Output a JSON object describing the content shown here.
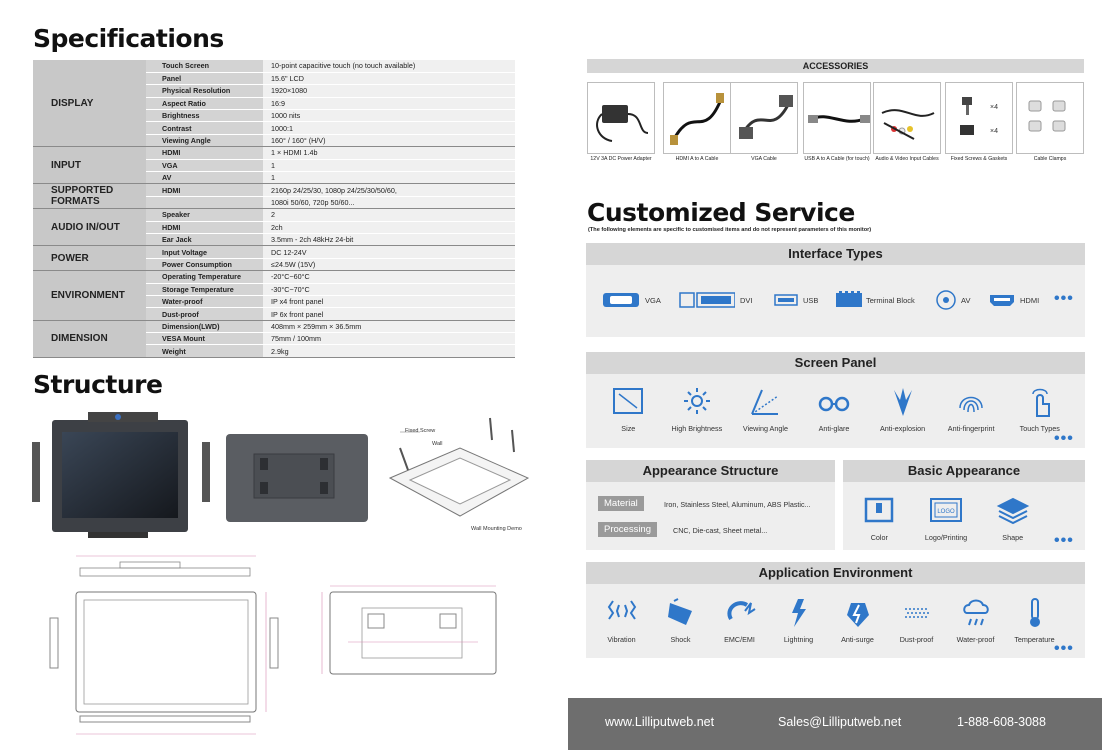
{
  "specifications": {
    "title": "Specifications",
    "rows": [
      {
        "category": "DISPLAY",
        "key": "Touch Screen",
        "value": "10-point capacitive touch (no touch available)"
      },
      {
        "category": "",
        "key": "Panel",
        "value": "15.6\" LCD"
      },
      {
        "category": "",
        "key": "Physical Resolution",
        "value": "1920×1080"
      },
      {
        "category": "",
        "key": "Aspect Ratio",
        "value": "16:9"
      },
      {
        "category": "",
        "key": "Brightness",
        "value": "1000 nits"
      },
      {
        "category": "",
        "key": "Contrast",
        "value": "1000:1"
      },
      {
        "category": "",
        "key": "Viewing Angle",
        "value": "160° / 160° (H/V)"
      },
      {
        "category": "INPUT",
        "key": "HDMI",
        "value": "1 × HDMI 1.4b"
      },
      {
        "category": "",
        "key": "VGA",
        "value": "1"
      },
      {
        "category": "",
        "key": "AV",
        "value": "1"
      },
      {
        "category": "SUPPORTED FORMATS",
        "key": "HDMI",
        "value": "2160p 24/25/30, 1080p 24/25/30/50/60,"
      },
      {
        "category": "",
        "key": "",
        "value": "1080i 50/60, 720p 50/60..."
      },
      {
        "category": "AUDIO IN/OUT",
        "key": "Speaker",
        "value": "2"
      },
      {
        "category": "",
        "key": "HDMI",
        "value": "2ch"
      },
      {
        "category": "",
        "key": "Ear Jack",
        "value": "3.5mm - 2ch 48kHz 24-bit"
      },
      {
        "category": "POWER",
        "key": "Input Voltage",
        "value": "DC 12-24V"
      },
      {
        "category": "",
        "key": "Power Consumption",
        "value": "≤24.5W (15V)"
      },
      {
        "category": "ENVIRONMENT",
        "key": "Operating Temperature",
        "value": "-20°C~60°C"
      },
      {
        "category": "",
        "key": "Storage Temperature",
        "value": "-30°C~70°C"
      },
      {
        "category": "",
        "key": "Water-proof",
        "value": "IP x4 front panel"
      },
      {
        "category": "",
        "key": "Dust-proof",
        "value": "IP 6x front panel"
      },
      {
        "category": "DIMENSION",
        "key": "Dimension(LWD)",
        "value": "408mm × 259mm × 36.5mm"
      },
      {
        "category": "",
        "key": "VESA Mount",
        "value": "75mm / 100mm"
      },
      {
        "category": "",
        "key": "Weight",
        "value": "2.9kg"
      }
    ]
  },
  "structure": {
    "title": "Structure",
    "fixed_screw": "Fixed Screw",
    "wall": "Wall",
    "wall_mounting_demo": "Wall Mounting Demo"
  },
  "accessories": {
    "title": "ACCESSORIES",
    "items": [
      "12V 3A DC Power Adapter",
      "HDMI A to A Cable",
      "VGA Cable",
      "USB A to A Cable (for touch)",
      "Audio & Video Input Cables",
      "Fixed Screws & Gaskets",
      "Cable Clamps"
    ],
    "qty1": "×4",
    "qty2": "×4"
  },
  "customized": {
    "title": "Customized Service",
    "note": "(The following elements are specific to customised items and do not represent parameters of this monitor)",
    "interface_title": "Interface Types",
    "interfaces": [
      "VGA",
      "DVI",
      "USB",
      "Terminal Block",
      "AV",
      "HDMI"
    ],
    "screen_title": "Screen Panel",
    "screen_items": [
      "Size",
      "High Brightness",
      "Viewing Angle",
      "Anti-glare",
      "Anti-explosion",
      "Anti-fingerprint",
      "Touch Types"
    ],
    "appearance_title": "Appearance Structure",
    "material_label": "Material",
    "material_value": "Iron, Stainless Steel, Aluminum, ABS Plastic...",
    "processing_label": "Processing",
    "processing_value": "CNC, Die-cast, Sheet metal...",
    "basic_title": "Basic Appearance",
    "basic_items": [
      "Color",
      "Logo/Printing",
      "Shape"
    ],
    "logo_text": "LOGO",
    "env_title": "Application Environment",
    "env_items": [
      "Vibration",
      "Shock",
      "EMC/EMI",
      "Lightning",
      "Anti-surge",
      "Dust-proof",
      "Water-proof",
      "Temperature"
    ],
    "more": "•••"
  },
  "footer": {
    "website": "www.Lilliputweb.net",
    "email": "Sales@Lilliputweb.net",
    "phone": "1-888-608-3088"
  },
  "colors": {
    "accent": "#2f77c9",
    "bar": "#d6d6d6",
    "footer": "#6e6e6e"
  }
}
